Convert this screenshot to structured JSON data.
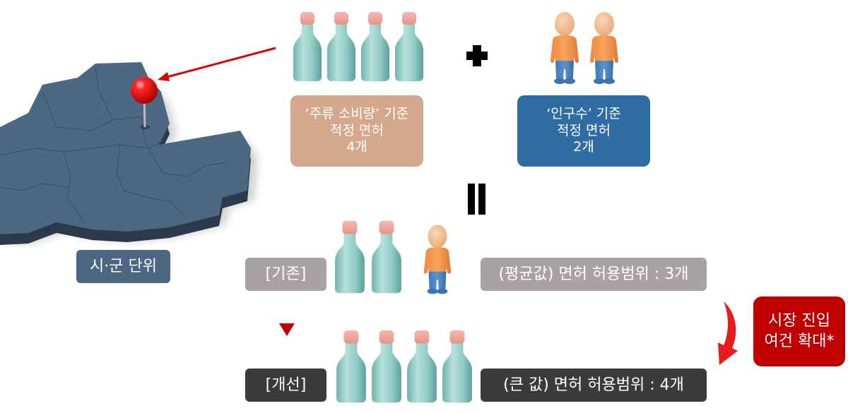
{
  "map": {
    "region_label": "시·군 단위",
    "map_color": "#4b6782",
    "pin_color": "#e00000"
  },
  "criteria": {
    "alcohol": {
      "line1": "‘주류 소비량’ 기준",
      "line2": "적정 면허",
      "line3": "4개",
      "bottle_count": 4,
      "color": "#d4a88c"
    },
    "population": {
      "line1": "‘인구수’ 기준",
      "line2": "적정 면허",
      "line3": "2개",
      "person_count": 2,
      "color": "#2e6ca2"
    },
    "operator_plus": "+",
    "operator_equals": "="
  },
  "before": {
    "tag": "[기존]",
    "range_text": "(평균값) 면허 허용범위 : 3개",
    "bottle_count": 2,
    "person_count": 1,
    "color": "#a7a3a2"
  },
  "after": {
    "tag": "[개선]",
    "range_text": "(큰  값) 면허 허용범위 : 4개",
    "bottle_count": 4,
    "color": "#3b3b3b"
  },
  "callout": {
    "line1": "시장 진입",
    "line2": "여건 확대*",
    "color": "#c00000"
  }
}
